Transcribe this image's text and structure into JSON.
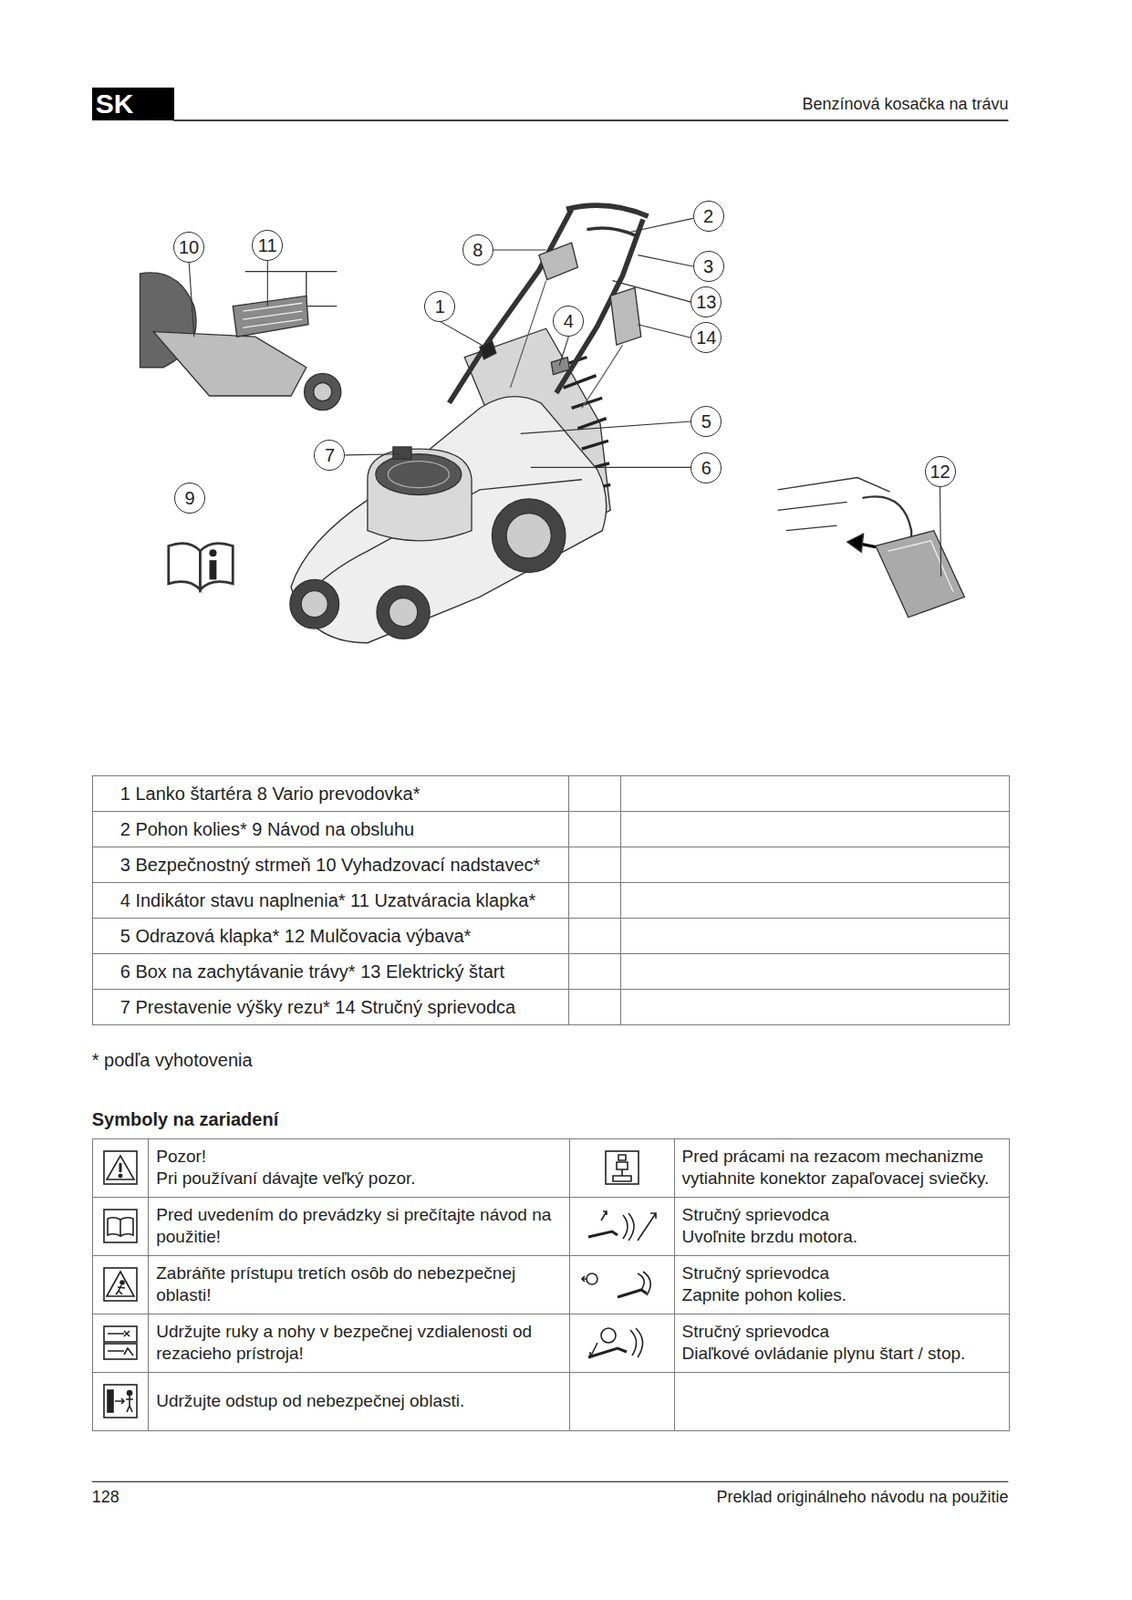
{
  "diagram": {
    "nodes": [
      {
        "text": [
          "SK"
        ]
      },
      {
        "text": [
          "10"
        ]
      },
      {
        "text": [
          "11"
        ]
      },
      {
        "text": [
          "8"
        ]
      },
      {
        "text": [
          "2"
        ]
      },
      {
        "text": [
          "3"
        ]
      },
      {
        "text": [
          "13"
        ]
      },
      {
        "text": [
          "1"
        ]
      },
      {
        "text": [
          "4"
        ]
      },
      {
        "text": [
          "14"
        ]
      },
      {
        "text": [
          "5"
        ]
      },
      {
        "text": [
          "6"
        ]
      },
      {
        "text": [
          "7"
        ]
      },
      {
        "text": [
          "9"
        ]
      },
      {
        "text": [
          "12"
        ]
      }
    ],
    "labels": [
      "Benzínová kosačka na trávu",
      "1 Lanko štartéra 8 Vario prevodovka*",
      "2 Pohon kolies* 9 Návod na obsluhu",
      "3 Bezpečnostný strmeň 10 Vyhadzovací nadstavec*",
      "4 Indikátor stavu naplnenia* 11 Uzatváracia klapka*",
      "5 Odrazová klapka* 12 Mulčovacia výbava*",
      "6 Box na zachytávanie trávy* 13 Elektrický štart",
      "7 Prestavenie výšky rezu* 14 Stručný sprievodca",
      "* podľa vyhotovenia",
      "Symboly na zariadení",
      "Pozor!",
      "Pri používaní dávajte veľký pozor.",
      "Pred prácami na rezacom mechanizme vytiahnite konektor zapaľovacej sviečky.",
      "Pred uvedením do prevádzky si prečítajte návod na použitie!",
      "Stručný sprievodca",
      "Uvoľnite brzdu motora.",
      "Zabráňte prístupu tretích osôb do nebezpečnej oblasti!",
      "Stručný sprievodca",
      "Zapnite pohon kolies.",
      "Udržujte ruky a nohy v bezpečnej vzdialenosti od rezacieho prístroja!",
      "Stručný sprievodca",
      "Diaľkové ovládanie plynu štart / stop.",
      "Udržujte odstup od nebezpečnej oblasti.",
      "128",
      "Preklad originálneho návodu na použitie"
    ]
  }
}
